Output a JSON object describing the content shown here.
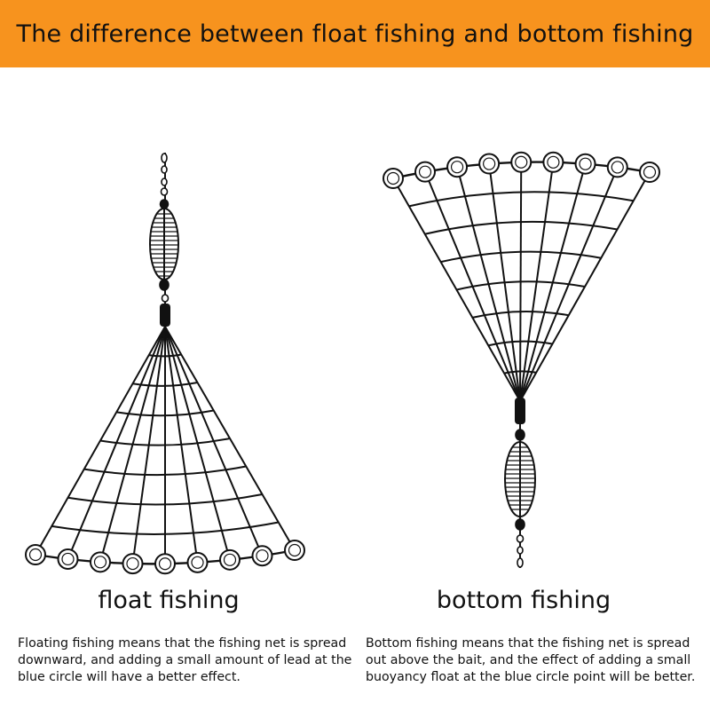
{
  "banner": {
    "title": "The difference between float fishing and bottom fishing",
    "color": "#f7931e"
  },
  "left": {
    "caption": "float fishing",
    "description": "Floating fishing means that the fishing net is spread downward, and adding a small amount of lead at the blue circle will have a better effect."
  },
  "right": {
    "caption": "bottom fishing",
    "description": "Bottom fishing means that the fishing net is spread out above the bait, and the effect of adding a small buoyancy float at the blue circle point will be better."
  }
}
